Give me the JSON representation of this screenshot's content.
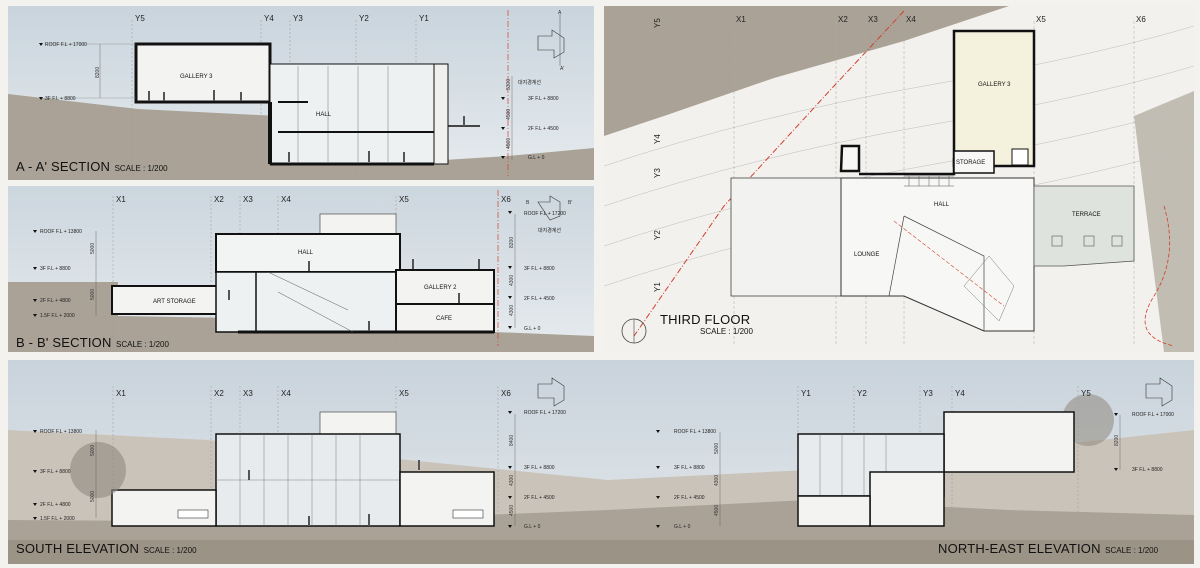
{
  "sections": {
    "aa": {
      "title": "A - A' SECTION",
      "scale": "SCALE : 1/200",
      "grid": [
        "Y5",
        "Y4",
        "Y3",
        "Y2",
        "Y1"
      ],
      "rooms": [
        "GALLERY 3",
        "HALL"
      ],
      "levels": [
        "ROOF F.L + 17000",
        "3F F.L + 8800"
      ],
      "right_levels": [
        "3F F.L + 8800",
        "2F F.L + 4500",
        "G.L + 0"
      ],
      "dims_left": [
        "8200"
      ],
      "dims_right": [
        "5300",
        "4500",
        "4500"
      ],
      "key_labels": [
        "A",
        "A'"
      ],
      "note": "대지경계선"
    },
    "bb": {
      "title": "B - B' SECTION",
      "scale": "SCALE : 1/200",
      "grid": [
        "X1",
        "X2",
        "X3",
        "X4",
        "X5",
        "X6"
      ],
      "rooms": [
        "HALL",
        "ART STORAGE",
        "GALLERY 2",
        "CAFE"
      ],
      "levels": [
        "ROOF F.L + 13800",
        "3F F.L + 8800",
        "2F F.L + 4800",
        "1.5F F.L + 2000"
      ],
      "right_levels": [
        "ROOF F.L + 17200",
        "3F F.L + 8800",
        "2F F.L + 4500",
        "G.L + 0"
      ],
      "dims_left": [
        "5000",
        "5000"
      ],
      "dims_right": [
        "8200",
        "4300",
        "4300"
      ],
      "key_labels": [
        "B",
        "B'"
      ],
      "note": "대지경계선"
    },
    "south": {
      "title": "SOUTH ELEVATION",
      "scale": "SCALE : 1/200",
      "grid": [
        "X1",
        "X2",
        "X3",
        "X4",
        "X5",
        "X6"
      ],
      "levels": [
        "ROOF F.L + 13800",
        "3F F.L + 8800",
        "2F F.L + 4800",
        "1.5F F.L + 2000"
      ],
      "right_levels": [
        "ROOF F.L + 17200",
        "3F F.L + 8800",
        "2F F.L + 4500",
        "G.L + 0"
      ],
      "dims_left": [
        "5000",
        "5000"
      ],
      "dims_right": [
        "8400",
        "4300",
        "4500"
      ]
    },
    "northeast": {
      "title": "NORTH-EAST ELEVATION",
      "scale": "SCALE : 1/200",
      "grid": [
        "Y1",
        "Y2",
        "Y3",
        "Y4",
        "Y5"
      ],
      "levels": [
        "ROOF F.L + 13800",
        "3F F.L + 8800",
        "2F F.L + 4500",
        "G.L + 0"
      ],
      "right_levels": [
        "ROOF F.L + 17000",
        "3F F.L + 8800"
      ],
      "dims": [
        "5000",
        "4300",
        "4500"
      ],
      "dims_right": [
        "8200"
      ]
    }
  },
  "floor": {
    "title": "THIRD FLOOR",
    "scale": "SCALE : 1/200",
    "grid_x": [
      "X1",
      "X2",
      "X3",
      "X4",
      "X5",
      "X6"
    ],
    "grid_y": [
      "Y5",
      "Y4",
      "Y3",
      "Y2",
      "Y1"
    ],
    "rooms": [
      "GALLERY 3",
      "STORAGE",
      "HALL",
      "LOUNGE",
      "TERRACE"
    ]
  },
  "colors": {
    "background": "#f3f2ee",
    "sky": "#d5dde4",
    "ground": "#a79e92",
    "wall": "#111111",
    "gridline_red": "#d0402a",
    "gallery_fill": "#f4f1dc",
    "terrace_fill": "#dfe3de"
  }
}
